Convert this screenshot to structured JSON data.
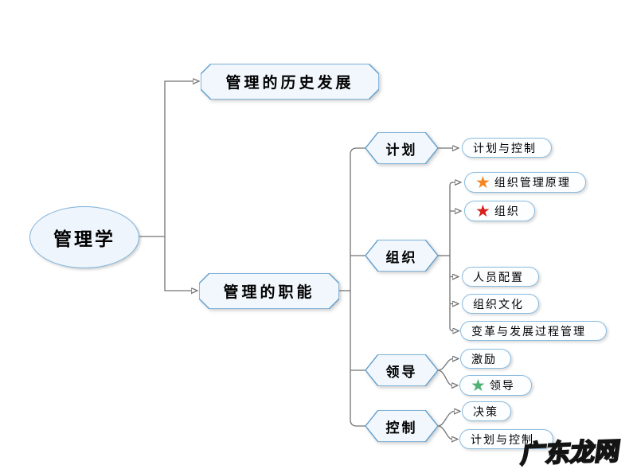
{
  "root": {
    "label": "管理学"
  },
  "branches": [
    {
      "id": "history",
      "label": "管理的历史发展"
    },
    {
      "id": "functions",
      "label": "管理的职能"
    }
  ],
  "functions_children": [
    {
      "id": "planning",
      "label": "计划",
      "children": [
        {
          "label": "计划与控制"
        }
      ]
    },
    {
      "id": "organizing",
      "label": "组织",
      "children": [
        {
          "label": "组织管理原理",
          "star": "orange"
        },
        {
          "label": "组织",
          "star": "red"
        },
        {
          "label": "人员配置"
        },
        {
          "label": "组织文化"
        },
        {
          "label": "变革与发展过程管理"
        }
      ]
    },
    {
      "id": "leading",
      "label": "领导",
      "children": [
        {
          "label": "激励"
        },
        {
          "label": "领导",
          "star": "green"
        }
      ]
    },
    {
      "id": "controlling",
      "label": "控制",
      "children": [
        {
          "label": "决策"
        },
        {
          "label": "计划与控制"
        }
      ]
    }
  ],
  "icons": {
    "star": "★"
  },
  "colors": {
    "star_orange": "#F6861F",
    "star_red": "#D6201C",
    "star_green": "#4DB273",
    "node_border": "#5E9ECF",
    "pill_border": "#8ABBDF",
    "node_fill": "#F1F7FC",
    "line": "#747474"
  },
  "watermark": "广东龙网"
}
